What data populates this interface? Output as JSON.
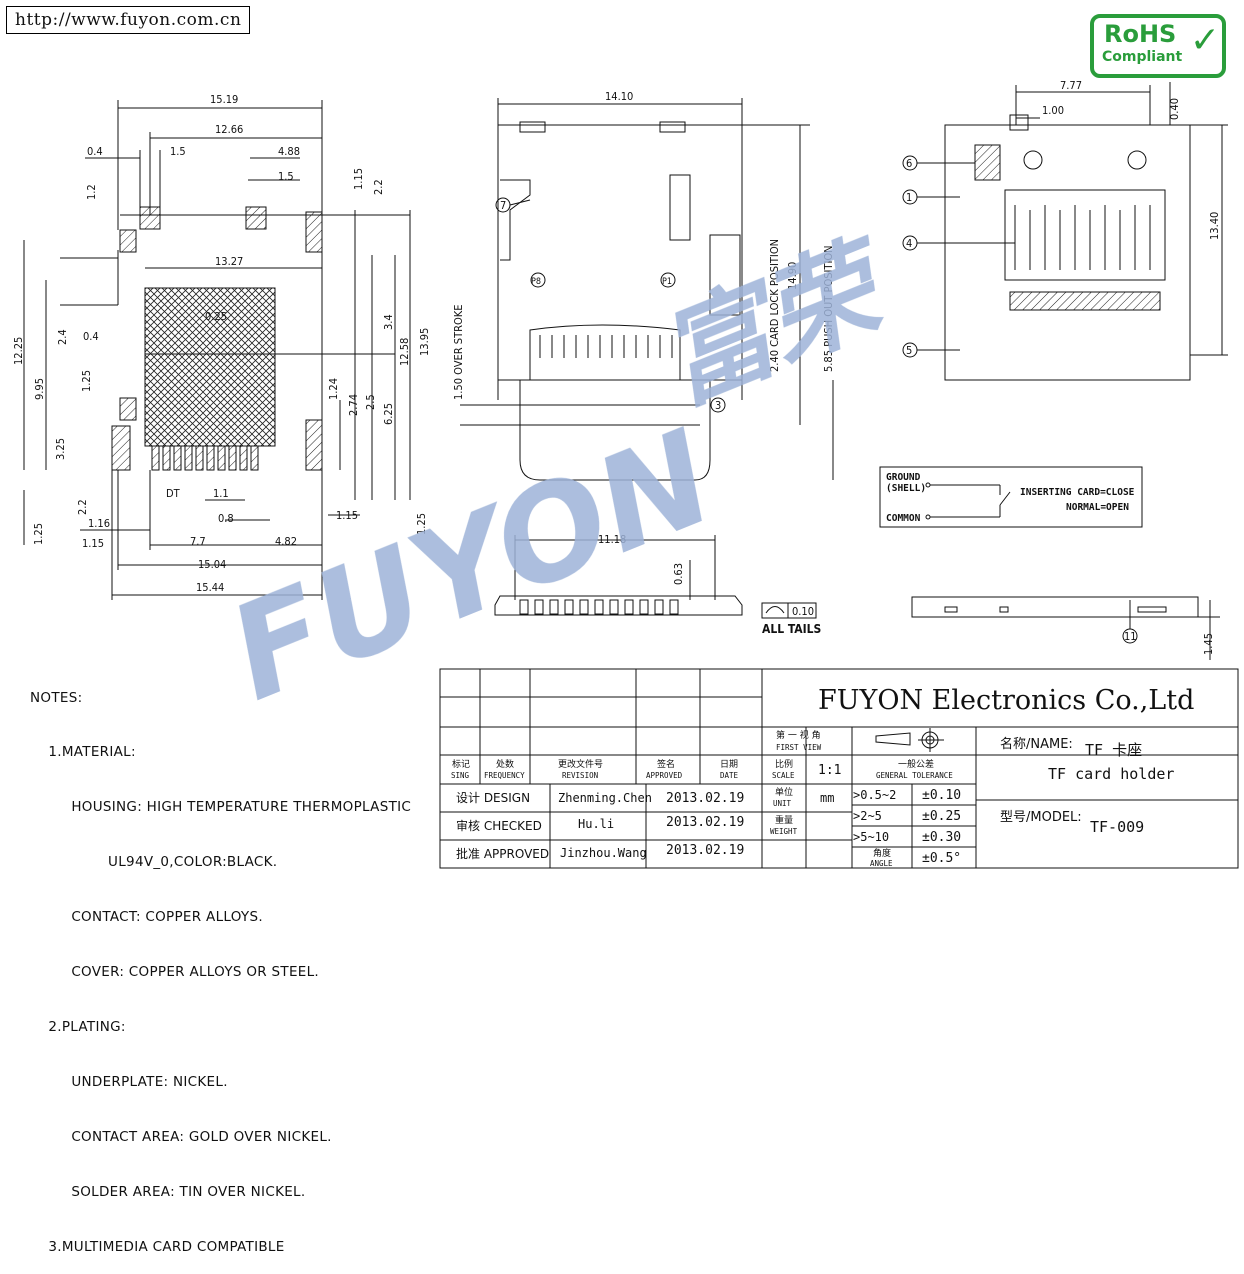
{
  "header": {
    "url": "http://www.fuyon.com.cn",
    "rohs_line1": "RoHS",
    "rohs_line2": "Compliant"
  },
  "watermark": {
    "text": "FUYON",
    "cn": "富荣",
    "color": "#9db3d8"
  },
  "dimensions_left_view": {
    "top": [
      "15.19",
      "12.66",
      "0.4",
      "1.5",
      "4.88",
      "1.5",
      "1.2",
      "1.15",
      "2.2"
    ],
    "inner": [
      "13.27",
      "0.4",
      "1.25",
      "2.4",
      "3.4",
      "12.58",
      "13.95",
      "1.24",
      "2.74",
      "2.5",
      "6.25",
      "3.25",
      "9.95",
      "12.25",
      "0.25"
    ],
    "bottom": [
      "1.25",
      "2.2",
      "1.16",
      "1.15",
      "1.1",
      "0.8",
      "7.7",
      "4.82",
      "1.15",
      "1.25",
      "15.04",
      "15.44"
    ],
    "label_dt": "DT"
  },
  "dimensions_center_view": {
    "width": "14.10",
    "height": "14.90",
    "stroke_label": "1.50 OVER STROKE",
    "lock_label": "2.40 CARD LOCK POSITION",
    "push_label": "5.85 PUSH OUT POSITION",
    "callouts": [
      "7",
      "P8",
      "P1",
      "3"
    ]
  },
  "dimensions_right_view": {
    "top": [
      "7.77",
      "1.00",
      "0.40"
    ],
    "height": "13.40",
    "callouts": [
      "6",
      "1",
      "4",
      "5"
    ]
  },
  "switch_diagram": {
    "ground": "GROUND",
    "shell": "(SHELL)",
    "common": "COMMON",
    "state1": "INSERTING CARD=CLOSE",
    "state2": "NORMAL=OPEN"
  },
  "bottom_views": {
    "width": "11.18",
    "pitch": "0.63",
    "flatness": "0.10",
    "all_tails": "ALL TAILS",
    "height": "1.45",
    "callout": "11"
  },
  "notes": {
    "title": "NOTES:",
    "lines": [
      "    1.MATERIAL:",
      "         HOUSING: HIGH TEMPERATURE THERMOPLASTIC",
      "                 UL94V_0,COLOR:BLACK.",
      "         CONTACT: COPPER ALLOYS.",
      "         COVER: COPPER ALLOYS OR STEEL.",
      "    2.PLATING:",
      "         UNDERPLATE: NICKEL.",
      "         CONTACT AREA: GOLD OVER NICKEL.",
      "         SOLDER AREA: TIN OVER NICKEL.",
      "    3.MULTIMEDIA CARD COMPATIBLE"
    ]
  },
  "title_block": {
    "company": "FUYON Electronics Co.,Ltd",
    "first_view_cn": "第 一 视 角",
    "first_view_en": "FIRST VIEW",
    "name_label": "名称/NAME:",
    "name_cn": "TF 卡座",
    "name_en": "TF card holder",
    "model_label": "型号/MODEL:",
    "model": "TF-009",
    "headers": [
      {
        "cn": "标记",
        "en": "SING"
      },
      {
        "cn": "处数",
        "en": "FREQUENCY"
      },
      {
        "cn": "更改文件号",
        "en": "REVISION"
      },
      {
        "cn": "签名",
        "en": "APPROVED"
      },
      {
        "cn": "日期",
        "en": "DATE"
      },
      {
        "cn": "比例",
        "en": "SCALE"
      },
      {
        "cn": "一般公差",
        "en": "GENERAL TOLERANCE"
      }
    ],
    "scale": "1:1",
    "unit_cn": "单位",
    "unit_en": "UNIT",
    "unit": "mm",
    "weight_cn": "重量",
    "weight_en": "WEIGHT",
    "angle_cn": "角度",
    "angle_en": "ANGLE",
    "rows": [
      {
        "role": "设计 DESIGN",
        "name": "Zhenming.Chen",
        "date": "2013.02.19"
      },
      {
        "role": "审核 CHECKED",
        "name": "Hu.li",
        "date": "2013.02.19"
      },
      {
        "role": "批准 APPROVED",
        "name": "Jinzhou.Wang",
        "date": "2013.02.19"
      }
    ],
    "tolerances": [
      {
        "range": ">0.5~2",
        "tol": "±0.10"
      },
      {
        "range": ">2~5",
        "tol": "±0.25"
      },
      {
        "range": ">5~10",
        "tol": "±0.30"
      },
      {
        "range": "",
        "tol": "±0.5°"
      }
    ]
  }
}
